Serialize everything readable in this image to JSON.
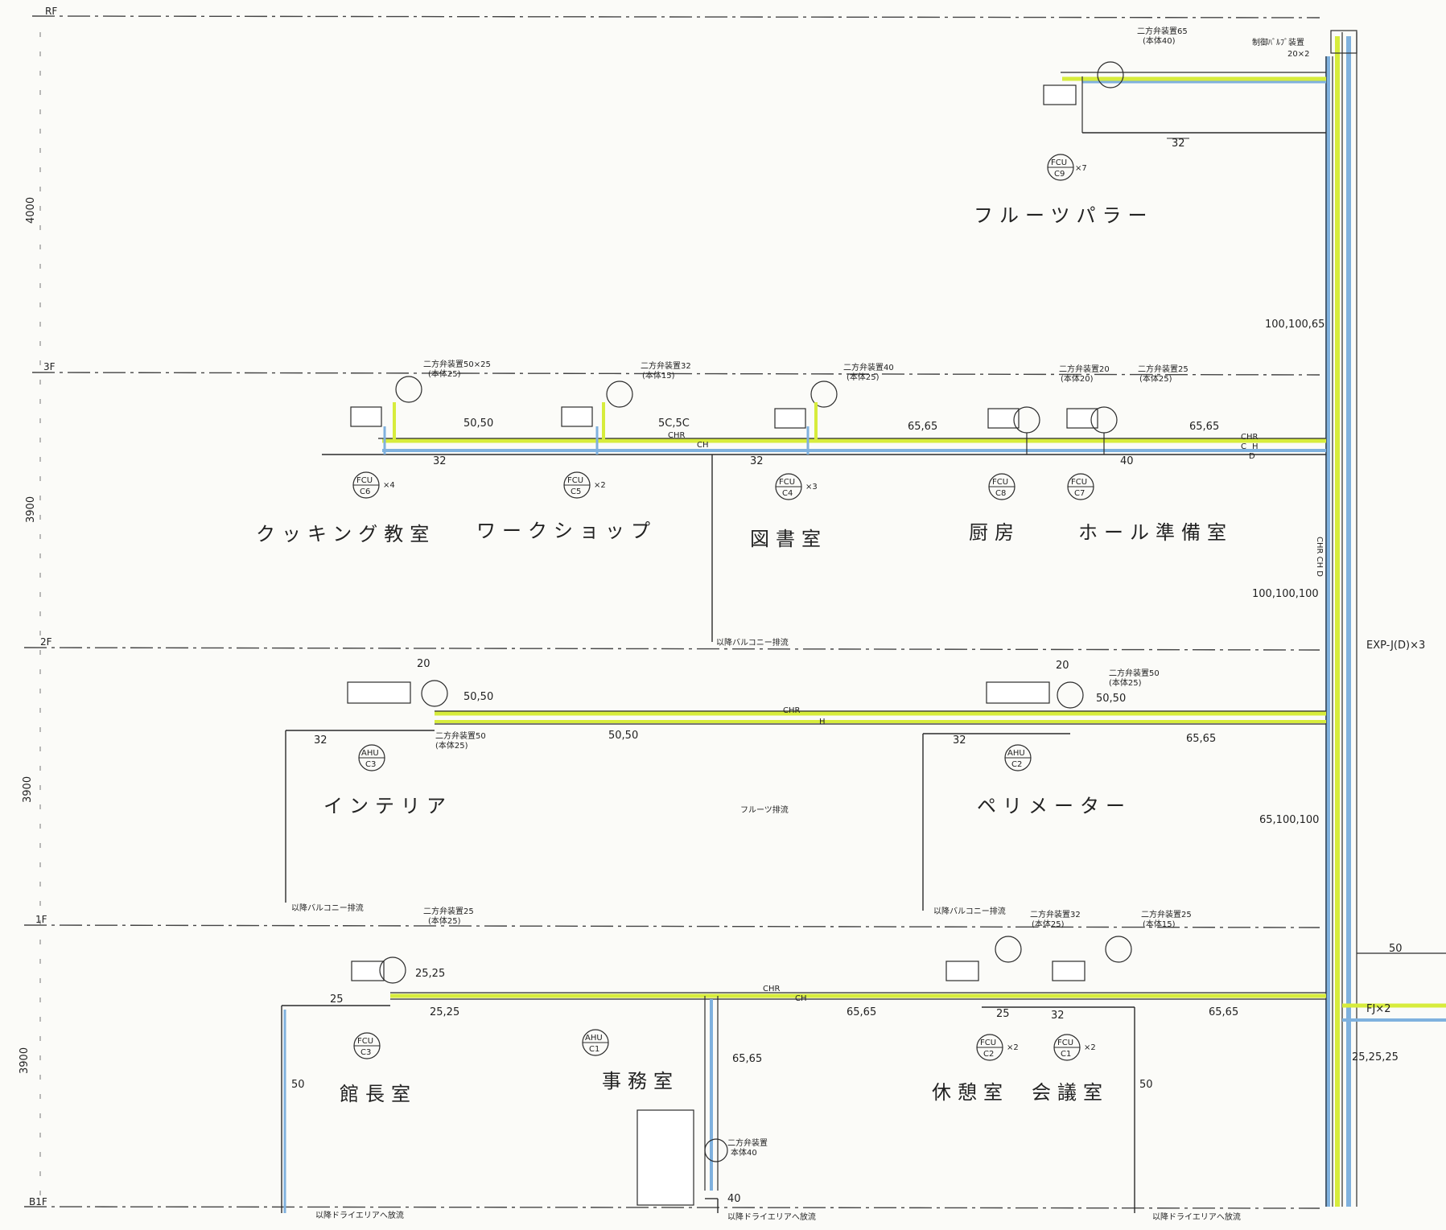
{
  "floor_labels": [
    "RF",
    "3F",
    "2F",
    "1F",
    "B1F"
  ],
  "floor_heights": [
    "4000",
    "3900",
    "3900",
    "3900"
  ],
  "rooms": {
    "fruit_parlor": "フルーツパラー",
    "cooking": "クッキング教室",
    "workshop": "ワークショップ",
    "library": "図書室",
    "kitchen": "厨房",
    "hall_prep": "ホール準備室",
    "interior": "インテリア",
    "perimeter": "ペリメーター",
    "director": "館長室",
    "office": "事務室",
    "lounge": "休憩室",
    "meeting": "会議室"
  },
  "units": {
    "c9": {
      "type": "FCU",
      "code": "C9",
      "qty": "×7"
    },
    "c6": {
      "type": "FCU",
      "code": "C6",
      "qty": "×4"
    },
    "c5": {
      "type": "FCU",
      "code": "C5",
      "qty": "×2"
    },
    "c4": {
      "type": "FCU",
      "code": "C4",
      "qty": "×3"
    },
    "c8": {
      "type": "FCU",
      "code": "C8",
      "qty": ""
    },
    "c7": {
      "type": "FCU",
      "code": "C7",
      "qty": ""
    },
    "ahu_c3": {
      "type": "AHU",
      "code": "C3",
      "qty": ""
    },
    "ahu_c2": {
      "type": "AHU",
      "code": "C2",
      "qty": ""
    },
    "fcu_c3": {
      "type": "FCU",
      "code": "C3",
      "qty": ""
    },
    "ahu_c1": {
      "type": "AHU",
      "code": "C1",
      "qty": ""
    },
    "c2": {
      "type": "FCU",
      "code": "C2",
      "qty": "×2"
    },
    "c1": {
      "type": "FCU",
      "code": "C1",
      "qty": "×2"
    }
  },
  "valve_notes": {
    "rf": [
      "二方弁装置65",
      "(本体40)"
    ],
    "rf_top": [
      "制御ﾊﾞﾙﾌﾞ装置",
      "20×2"
    ],
    "f3_a": [
      "二方弁装置50×25",
      "(本体25)"
    ],
    "f3_b": [
      "二方弁装置32",
      "(本体15)"
    ],
    "f3_c": [
      "二方弁装置40",
      "(本体25)"
    ],
    "f3_d": [
      "二方弁装置20",
      "(本体20)"
    ],
    "f3_e": [
      "二方弁装置25",
      "(本体25)"
    ],
    "f2_a": [
      "二方弁装置50",
      "(本体25)"
    ],
    "f2_b": [
      "二方弁装置50",
      "(本体25)"
    ],
    "f1_a": [
      "二方弁装置25",
      "(本体25)"
    ],
    "f1_b": [
      "二方弁装置32",
      "(本体25)"
    ],
    "f1_c": [
      "二方弁装置25",
      "(本体15)"
    ],
    "b1_a": [
      "二方弁装置",
      "本体40"
    ]
  },
  "pipe_labels": {
    "rf_32": "32",
    "r_100_100_65": "100,100,65",
    "r_100_100_100": "100,100,100",
    "r_65_100_100": "65,100,100",
    "f3_5050": "50,50",
    "f3_5c5c": "5C,5C",
    "f3_6565a": "65,65",
    "f3_6565b": "65,65",
    "f3_32a": "32",
    "f3_32b": "32",
    "f3_40": "40",
    "chr": "CHR",
    "ch": "CH",
    "c": "C",
    "h": "H",
    "d": "D",
    "f2_20a": "20",
    "f2_20b": "20",
    "f2_5050a": "50,50",
    "f2_5050b": "50,50",
    "f2_5050c": "50,50",
    "f2_6565": "65,65",
    "f2_32a": "32",
    "f2_32b": "32",
    "f1_2525a": "25,25",
    "f1_2525b": "25,25",
    "f1_25": "25",
    "f1_25b": "25",
    "f1_32": "32",
    "f1_6565a": "65,65",
    "f1_6565b": "65,65",
    "f1_6565c": "65,65",
    "f1_50a": "50",
    "f1_50b": "50",
    "f1_50c": "50",
    "b1_40": "40",
    "r_252525": "25,25,25",
    "exp": "EXP-J(D)×3",
    "fj": "FJ×2",
    "chr_ch_d": "CHR CH D"
  },
  "drain_notes": {
    "f2_balcony": "以降バルコニー排流",
    "f1_balcony_a": "以降バルコニー排流",
    "f1_balcony_b": "以降バルコニー排流",
    "b1_dry_a": "以降ドライエリアへ放流",
    "b1_dry_b": "以降ドライエリアへ放流",
    "b1_dry_c": "以降ドライエリアへ放流",
    "fruit_drain": "フルーツ排流"
  },
  "colors": {
    "yellow_line": "#d7ec3c",
    "blue_line": "#7fb1de",
    "dark_line": "#2b2b2b"
  }
}
